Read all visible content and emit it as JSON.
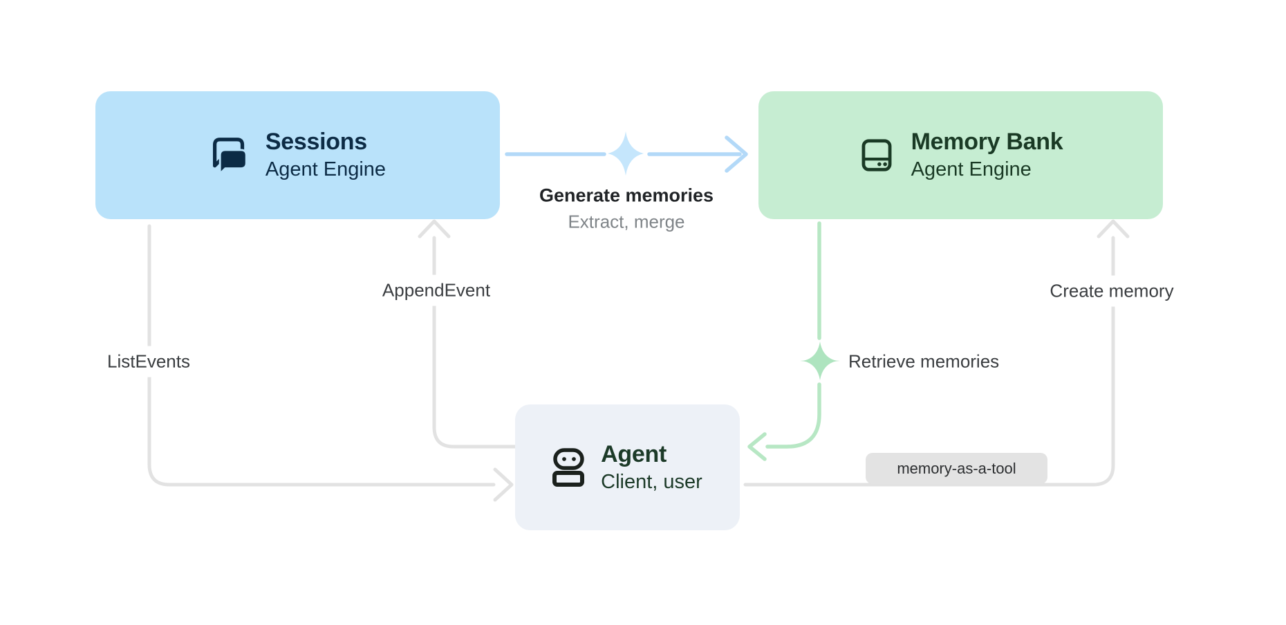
{
  "colors": {
    "sessions_fill": "#b9e2fa",
    "sessions_ink": "#0c2b45",
    "memory_fill": "#c6edd2",
    "memory_ink": "#1a3a25",
    "agent_fill": "#edf1f7",
    "agent_ink": "#1c3a28",
    "agent_icon_ink": "#1b211d",
    "wire_gray": "#e2e2e2",
    "wire_blue": "#b3d9f8",
    "sparkle_blue": "#c5e6fc",
    "wire_green": "#b7e7c4",
    "sparkle_green": "#aee4bf",
    "label_ink": "#3a3d40",
    "strong_ink": "#212427",
    "muted_ink": "#7f8488",
    "badge_bg": "#e3e3e3",
    "badge_ink": "#2c2e30"
  },
  "nodes": {
    "sessions": {
      "title": "Sessions",
      "subtitle": "Agent Engine",
      "icon": "chat-icon"
    },
    "memory_bank": {
      "title": "Memory Bank",
      "subtitle": "Agent Engine",
      "icon": "storage-icon"
    },
    "agent": {
      "title": "Agent",
      "subtitle": "Client, user",
      "icon": "robot-icon"
    }
  },
  "edges": {
    "generate": {
      "label": "Generate memories",
      "sublabel": "Extract, merge"
    },
    "append_event": {
      "label": "AppendEvent"
    },
    "list_events": {
      "label": "ListEvents"
    },
    "retrieve": {
      "label": "Retrieve memories"
    },
    "create_memory": {
      "label": "Create memory"
    },
    "memory_as_a_tool": {
      "label": "memory-as-a-tool"
    }
  }
}
